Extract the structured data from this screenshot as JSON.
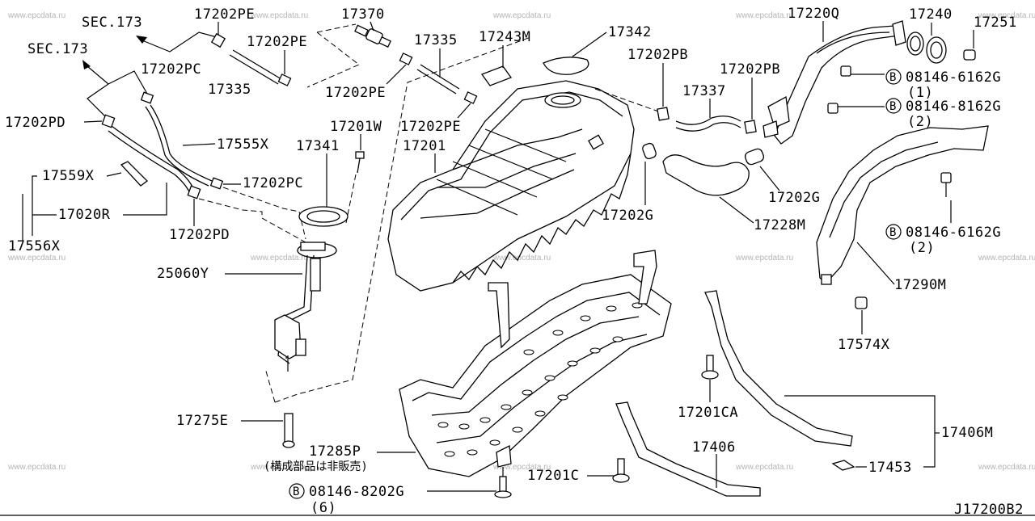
{
  "diagram": {
    "drawing_code": "J17200B2",
    "watermark_text": "www.epcdata.ru",
    "sec_refs": [
      "SEC.173",
      "SEC.173"
    ],
    "labels": {
      "p17202PE_a": "17202PE",
      "p17370": "17370",
      "p17202PE_b": "17202PE",
      "p17335_a": "17335",
      "p17202PE_c": "17202PE",
      "p17335_b": "17335",
      "p17243M": "17243M",
      "p17342": "17342",
      "p17202PE_d": "17202PE",
      "p17202PC_a": "17202PC",
      "p17202PD_a": "17202PD",
      "p17555X": "17555X",
      "p17559X": "17559X",
      "p17020R": "17020R",
      "p17556X": "17556X",
      "p17202PC_b": "17202PC",
      "p17202PD_b": "17202PD",
      "p17201W": "17201W",
      "p17341": "17341",
      "p17201": "17201",
      "p25060Y": "25060Y",
      "p17275E": "17275E",
      "p17285P": "17285P",
      "p17285P_note": "(構成部品は非販売)",
      "p08146_8202G": "08146-8202G",
      "p08146_8202G_qty": "(6)",
      "p17201C": "17201C",
      "p17406": "17406",
      "p17453": "17453",
      "p17406M": "17406M",
      "p17201CA": "17201CA",
      "p17574X": "17574X",
      "p17290M": "17290M",
      "p08146_6162G_b": "08146-6162G",
      "p08146_6162G_b_qty": "(2)",
      "p17228M": "17228M",
      "p17202G_a": "17202G",
      "p17202G_b": "17202G",
      "p17337": "17337",
      "p17202PB_a": "17202PB",
      "p17202PB_b": "17202PB",
      "p17220Q": "17220Q",
      "p17240": "17240",
      "p17251": "17251",
      "p08146_6162G_a": "08146-6162G",
      "p08146_6162G_a_qty": "(1)",
      "p08146_8162G": "08146-8162G",
      "p08146_8162G_qty": "(2)",
      "bolt_marker": "B"
    }
  }
}
